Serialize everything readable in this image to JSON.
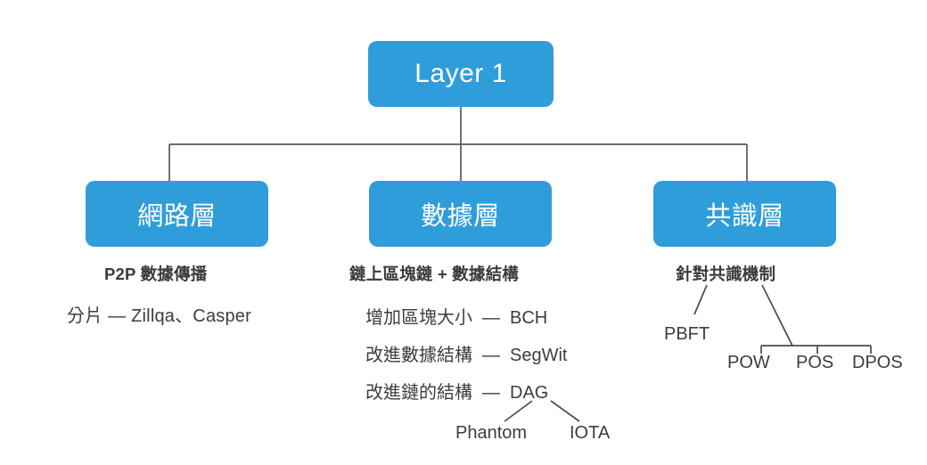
{
  "diagram": {
    "title": "Layer 1",
    "accent_color": "#309ddb",
    "text_color": "#3d3d3d",
    "line_color": "#595959",
    "background": "#ffffff",
    "root": {
      "label": "Layer 1"
    },
    "branches": [
      {
        "id": "network",
        "box_label": "網路層",
        "heading": "P2P 數據傳播",
        "detail": "分片 — Zillqa、Casper",
        "rows": [],
        "leaves": []
      },
      {
        "id": "data",
        "box_label": "數據層",
        "heading": "鏈上區塊鏈 + 數據結構",
        "rows": [
          {
            "left": "增加區塊大小",
            "dash": "—",
            "right": "BCH"
          },
          {
            "left": "改進數據結構",
            "dash": "—",
            "right": "SegWit"
          },
          {
            "left": "改進鏈的結構",
            "dash": "—",
            "right": "DAG"
          }
        ],
        "leaves": [
          {
            "label": "Phantom"
          },
          {
            "label": "IOTA"
          }
        ]
      },
      {
        "id": "consensus",
        "box_label": "共識層",
        "heading": "針對共識機制",
        "rows": [],
        "leaves": [
          {
            "label": "PBFT"
          },
          {
            "label": "POW"
          },
          {
            "label": "POS"
          },
          {
            "label": "DPOS"
          }
        ]
      }
    ]
  }
}
